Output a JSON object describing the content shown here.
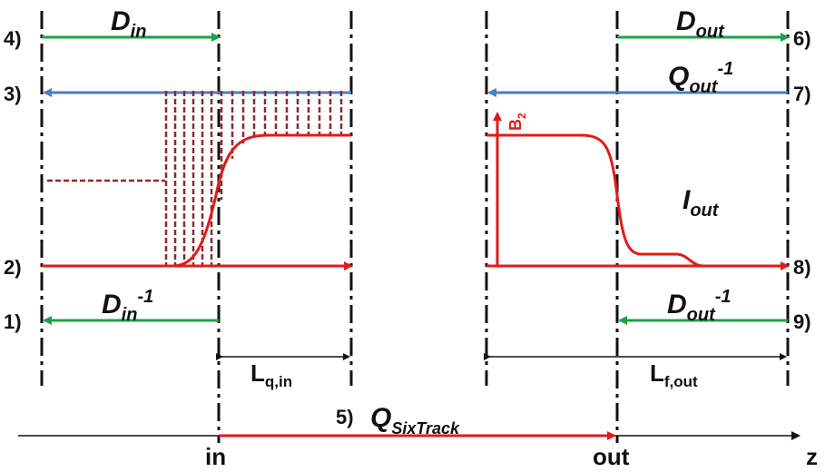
{
  "row_numbers": [
    "4)",
    "3)",
    "2)",
    "1)",
    "6)",
    "7)",
    "8)",
    "9)",
    "5)"
  ],
  "labels": {
    "d_in": {
      "main": "D",
      "sub": "in"
    },
    "d_in_inv": {
      "main": "D",
      "sub": "in",
      "sup": "-1"
    },
    "d_out": {
      "main": "D",
      "sub": "out"
    },
    "d_out_inv": {
      "main": "D",
      "sub": "out",
      "sup": "-1"
    },
    "q_out_inv": {
      "main": "Q",
      "sub": "out",
      "sup": "-1"
    },
    "i_out": {
      "main": "I",
      "sub": "out"
    },
    "l_q_in": {
      "main": "L",
      "sub": "q,in"
    },
    "l_f_out": {
      "main": "L",
      "sub": "f,out"
    },
    "b2": {
      "main": "B",
      "sub": "2"
    },
    "q_sixtrack": {
      "main": "Q",
      "sub": "SixTrack"
    }
  },
  "axis": {
    "in_label": "in",
    "out_label": "out",
    "z_label": "z"
  },
  "colors": {
    "green": "#1aa34a",
    "blue": "#4a7fc1",
    "red": "#e01b1b",
    "dashed_brown": "#8b2a2a",
    "black": "#111111"
  }
}
